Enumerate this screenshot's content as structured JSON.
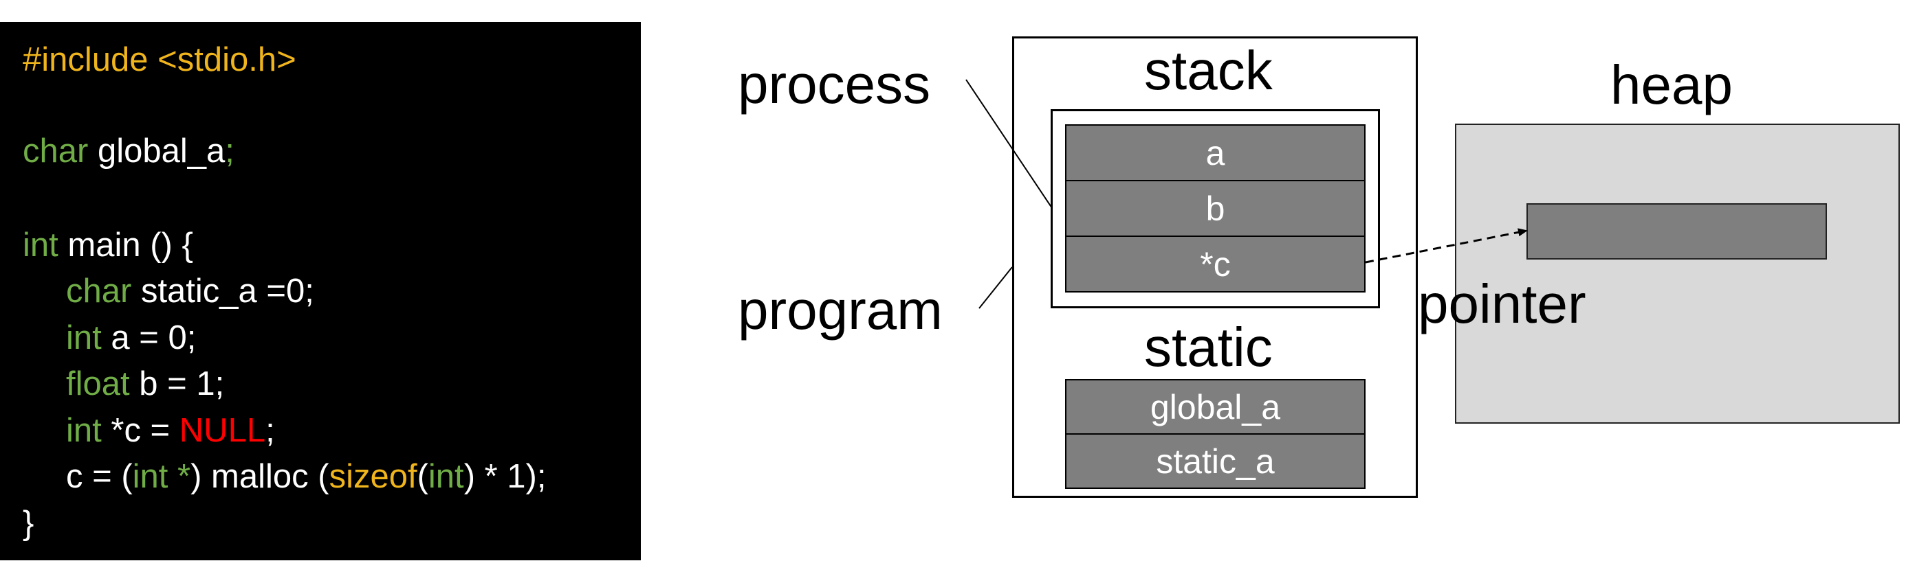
{
  "code": {
    "lines": [
      [
        {
          "t": "#include <stdio.h>",
          "c": "#f0b41c"
        }
      ],
      [],
      [
        {
          "t": "char",
          "c": "#70ad47"
        },
        {
          "t": " global_a",
          "c": "#ffffff"
        },
        {
          "t": ";",
          "c": "#70ad47"
        }
      ],
      [],
      [
        {
          "t": "int",
          "c": "#70ad47"
        },
        {
          "t": " main () {",
          "c": "#ffffff"
        }
      ],
      [
        {
          "t": "char",
          "c": "#70ad47"
        },
        {
          "t": " static_a =0;",
          "c": "#ffffff"
        }
      ],
      [
        {
          "t": "int",
          "c": "#70ad47"
        },
        {
          "t": " a = 0;",
          "c": "#ffffff"
        }
      ],
      [
        {
          "t": "float",
          "c": "#70ad47"
        },
        {
          "t": " b = 1;",
          "c": "#ffffff"
        }
      ],
      [
        {
          "t": "int",
          "c": "#70ad47"
        },
        {
          "t": " *c = ",
          "c": "#ffffff"
        },
        {
          "t": "NULL",
          "c": "#ff0000"
        },
        {
          "t": ";",
          "c": "#ffffff"
        }
      ],
      [
        {
          "t": "c = (",
          "c": "#ffffff"
        },
        {
          "t": "int *",
          "c": "#70ad47"
        },
        {
          "t": ") malloc (",
          "c": "#ffffff"
        },
        {
          "t": "sizeof",
          "c": "#f0b41c"
        },
        {
          "t": "(",
          "c": "#ffffff"
        },
        {
          "t": "int",
          "c": "#70ad47"
        },
        {
          "t": ") * 1);",
          "c": "#ffffff"
        }
      ],
      [
        {
          "t": "}",
          "c": "#ffffff"
        }
      ]
    ]
  },
  "diagram": {
    "process_label": "process",
    "program_label": "program",
    "stack_label": "stack",
    "static_label": "static",
    "heap_label": "heap",
    "pointer_label": "pointer",
    "stack_cells": [
      "a",
      "b",
      "*c"
    ],
    "static_cells": [
      "global_a",
      "static_a"
    ]
  },
  "colors": {
    "keyword": "#70ad47",
    "directive": "#f0b41c",
    "null": "#ff0000",
    "cell_fill": "#7f7f7f",
    "heap_fill": "#d9d9d9"
  }
}
